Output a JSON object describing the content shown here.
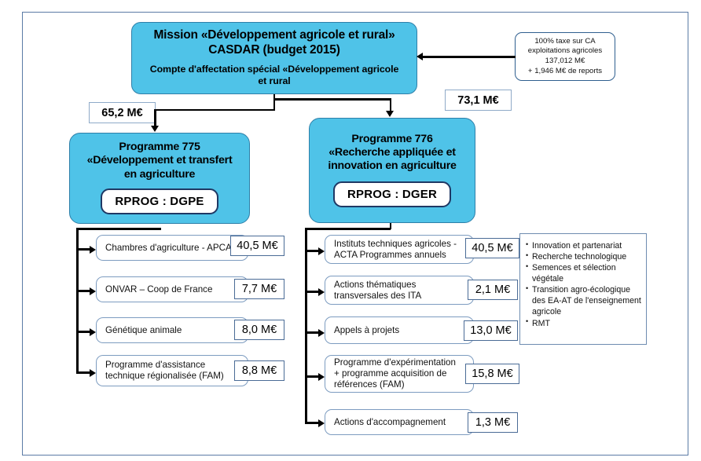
{
  "diagram": {
    "mission": {
      "title_line1": "Mission «Développement agricole et rural»",
      "title_line2": "CASDAR (budget 2015)",
      "subtitle_line1": "Compte d'affectation spécial «Développement agricole",
      "subtitle_line2": "et rural"
    },
    "funding_source": {
      "line1": "100% taxe sur CA",
      "line2": "exploitations agricoles",
      "line3": "137,012 M€",
      "line4": "+ 1,946 M€ de reports"
    },
    "allocations": {
      "to_775": "65,2 M€",
      "to_776": "73,1 M€"
    },
    "programme_775": {
      "title_line1": "Programme 775",
      "title_line2": "«Développement et transfert",
      "title_line3": "en agriculture",
      "rprog": "RPROG : DGPE",
      "items": [
        {
          "label_line1": "Chambres d'agriculture - APCA",
          "label_line2": "",
          "amount": "40,5 M€"
        },
        {
          "label_line1": "ONVAR – Coop de France",
          "label_line2": "",
          "amount": "7,7 M€"
        },
        {
          "label_line1": "Génétique animale",
          "label_line2": "",
          "amount": "8,0 M€"
        },
        {
          "label_line1": "Programme d'assistance",
          "label_line2": "technique régionalisée (FAM)",
          "amount": "8,8 M€"
        }
      ]
    },
    "programme_776": {
      "title_line1": "Programme 776",
      "title_line2": "«Recherche appliquée et",
      "title_line3": "innovation en agriculture",
      "rprog": "RPROG : DGER",
      "items": [
        {
          "label_line1": "Instituts techniques agricoles -",
          "label_line2": "ACTA Programmes annuels",
          "label_line3": "",
          "amount": "40,5 M€"
        },
        {
          "label_line1": "Actions thématiques",
          "label_line2": "transversales des ITA",
          "label_line3": "",
          "amount": "2,1 M€"
        },
        {
          "label_line1": "Appels à projets",
          "label_line2": "",
          "label_line3": "",
          "amount": "13,0 M€"
        },
        {
          "label_line1": "Programme d'expérimentation",
          "label_line2": "+ programme acquisition de",
          "label_line3": "références (FAM)",
          "amount": "15,8 M€"
        },
        {
          "label_line1": "Actions d'accompagnement",
          "label_line2": "",
          "label_line3": "",
          "amount": "1,3 M€"
        }
      ]
    },
    "themes": {
      "bullets": [
        "Innovation et partenariat",
        "Recherche technologique",
        "Semences et sélection végétale",
        "Transition agro-écologique des EA-AT de l'enseignement agricole",
        "RMT"
      ]
    },
    "colors": {
      "cyan_fill": "#4fc3e8",
      "cyan_border": "#2e7fa8",
      "frame_border": "#5b7ba5",
      "item_border": "#7d9cc0",
      "rprog_border": "#1f3864",
      "connector": "#000000"
    }
  }
}
